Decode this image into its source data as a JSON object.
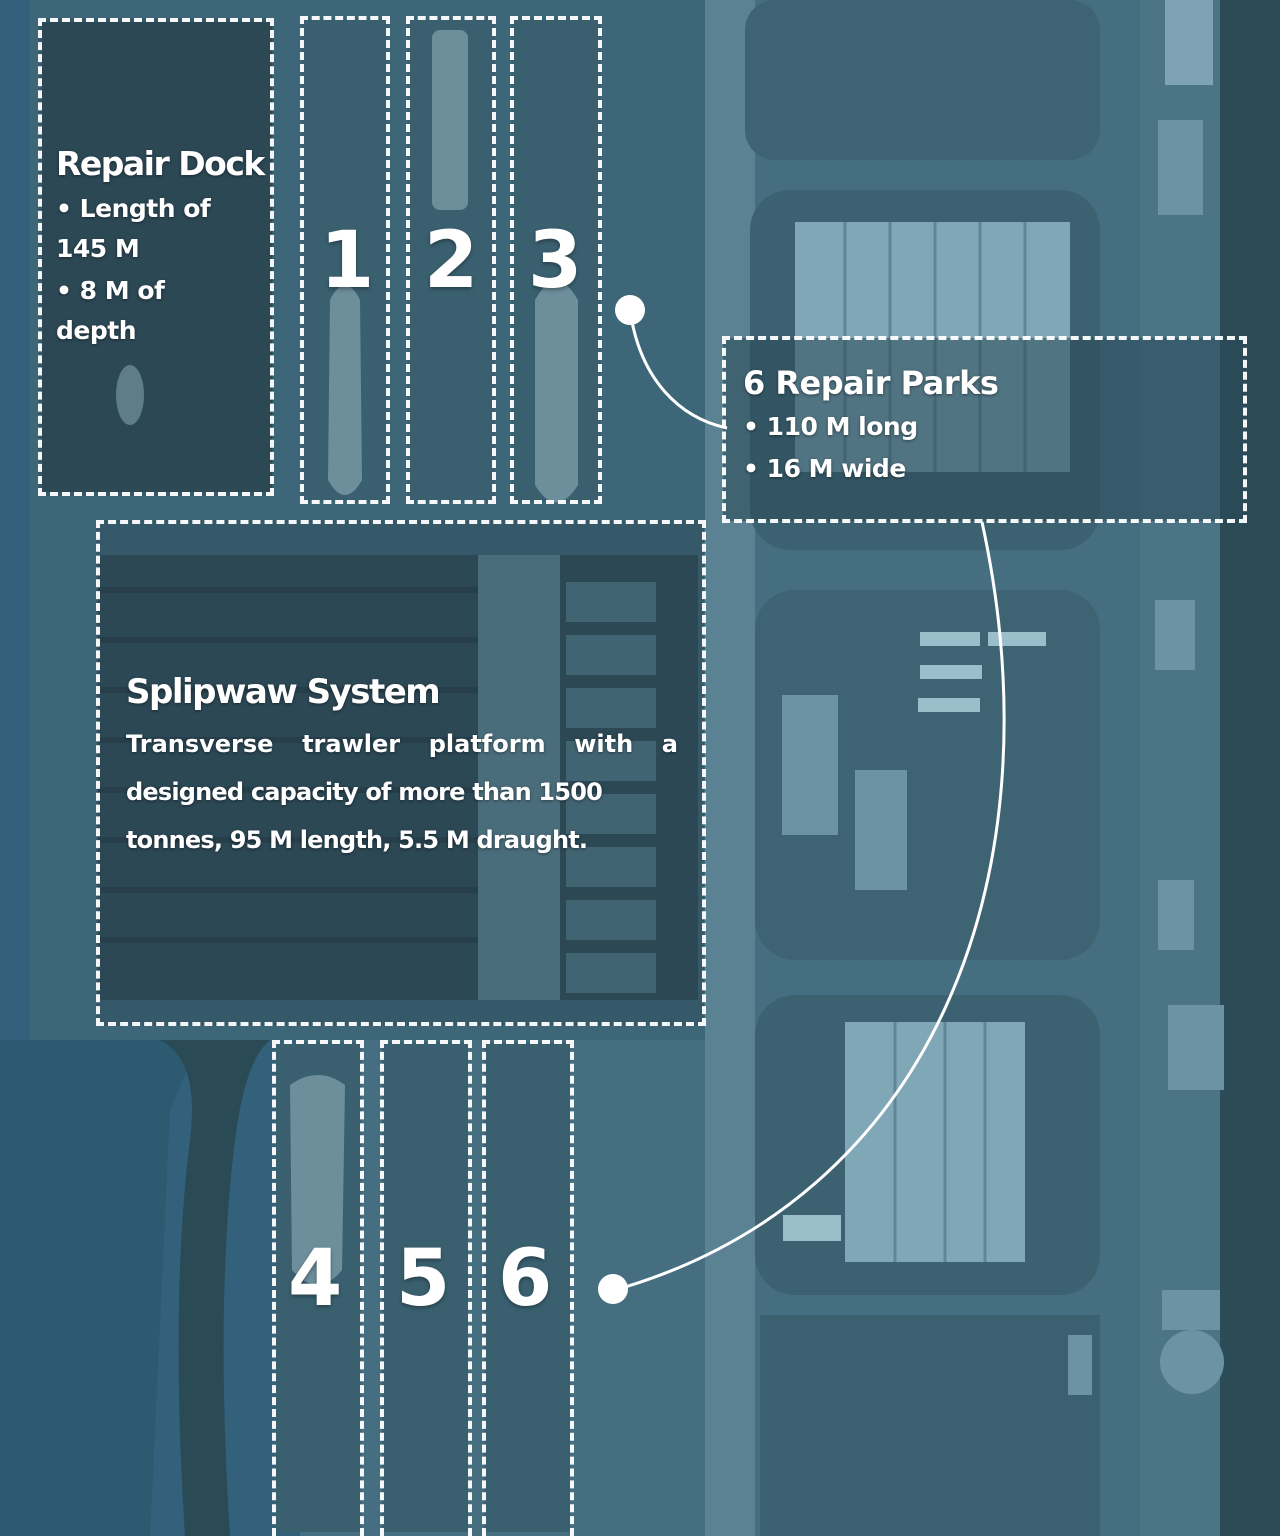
{
  "repair_dock": {
    "title": "Repair Dock",
    "line1": "• Length of",
    "line2": "145 M",
    "line3": "• 8 M of",
    "line4": "depth"
  },
  "berths_top": [
    "1",
    "2",
    "3"
  ],
  "berths_bottom": [
    "4",
    "5",
    "6"
  ],
  "repair_parks": {
    "title": "6 Repair Parks",
    "line1": "• 110 M long",
    "line2": "• 16 M wide"
  },
  "slipway": {
    "title": "Splipwaw System",
    "line1": "Transverse trawler platform with a",
    "line2": "designed capacity of more than 1500",
    "line3": "tonnes, 95 M length, 5.5 M draught."
  },
  "colors": {
    "tint": "#3f6879",
    "water": "#2f5a6c",
    "dock_fill": "#3a5a68",
    "outline": "#ffffff"
  }
}
